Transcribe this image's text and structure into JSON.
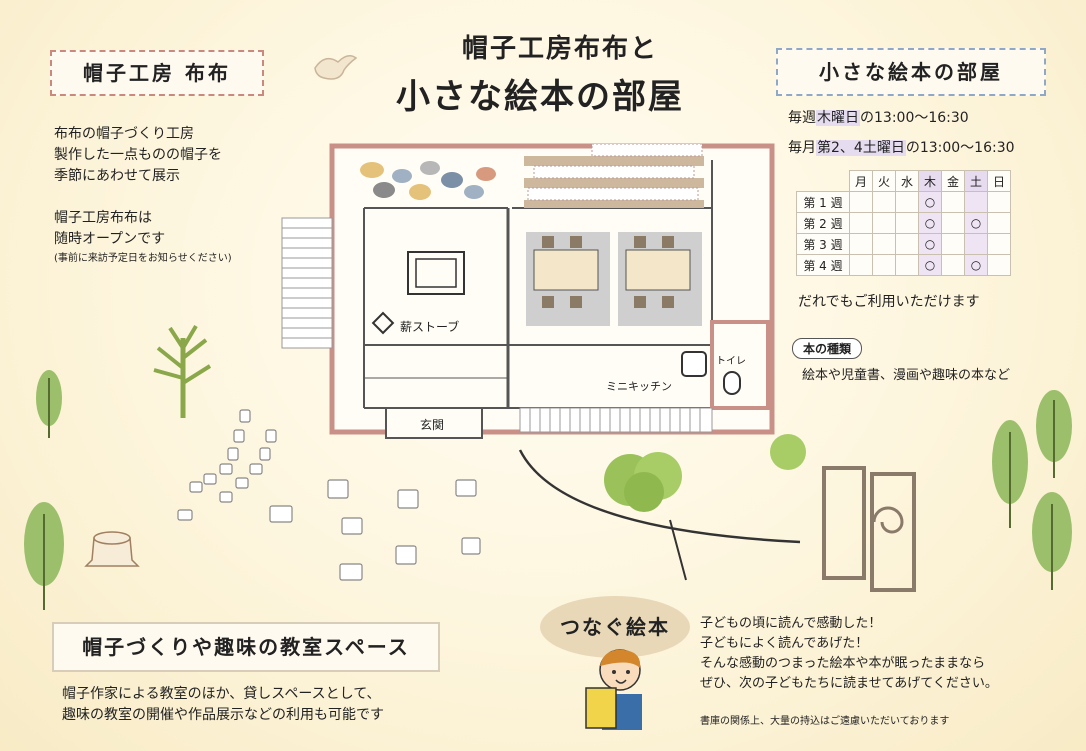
{
  "title": {
    "line1": "帽子工房布布と",
    "line2": "小さな絵本の部屋"
  },
  "left_box": {
    "label": "帽子工房 布布",
    "lines": [
      "布布の帽子づくり工房",
      "製作した一点ものの帽子を",
      "季節にあわせて展示",
      "",
      "帽子工房布布は",
      "随時オープンです"
    ],
    "note": "(事前に来訪予定日をお知らせください)"
  },
  "right_box": {
    "label": "小さな絵本の部屋",
    "weekly": {
      "prefix": "毎週",
      "day": "木曜日",
      "time": "の13:00〜16:30"
    },
    "monthly": {
      "prefix": "毎月",
      "day": "第2、4土曜日",
      "time": "の13:00〜16:30"
    },
    "schedule": {
      "days": [
        "月",
        "火",
        "水",
        "木",
        "金",
        "土",
        "日"
      ],
      "highlight_days": [
        "木",
        "土"
      ],
      "rows": [
        {
          "week": "第 1 週",
          "marks": [
            "",
            "",
            "",
            "○",
            "",
            "",
            ""
          ]
        },
        {
          "week": "第 2 週",
          "marks": [
            "",
            "",
            "",
            "○",
            "",
            "○",
            ""
          ]
        },
        {
          "week": "第 3 週",
          "marks": [
            "",
            "",
            "",
            "○",
            "",
            "",
            ""
          ]
        },
        {
          "week": "第 4 週",
          "marks": [
            "",
            "",
            "",
            "○",
            "",
            "○",
            ""
          ]
        }
      ]
    },
    "everyone": "だれでもご利用いただけます",
    "books_chip": "本の種類",
    "books_text": "絵本や児童書、漫画や趣味の本など"
  },
  "floorplan": {
    "stove": "薪ストーブ",
    "kitchen": "ミニキッチン",
    "toilet": "トイレ",
    "entrance": "玄関"
  },
  "bottom_left": {
    "label": "帽子づくりや趣味の教室スペース",
    "lines": [
      "帽子作家による教室のほか、貸しスペースとして、",
      "趣味の教室の開催や作品展示などの利用も可能です"
    ]
  },
  "bottom_right": {
    "bubble": "つなぐ絵本",
    "lines": [
      "子どもの頃に読んで感動した！",
      "子どもによく読んであげた！",
      "そんな感動のつまった絵本や本が眠ったままなら",
      "ぜひ、次の子どもたちに読ませてあげてください。"
    ],
    "note": "書庫の関係上、大量の持込はご遠慮いただいております"
  },
  "colors": {
    "wall": "#c99088",
    "border_left": "#c9897e",
    "border_right": "#8fa8c8",
    "highlight": "#e6dcf0",
    "tree": "#8aa84a"
  }
}
